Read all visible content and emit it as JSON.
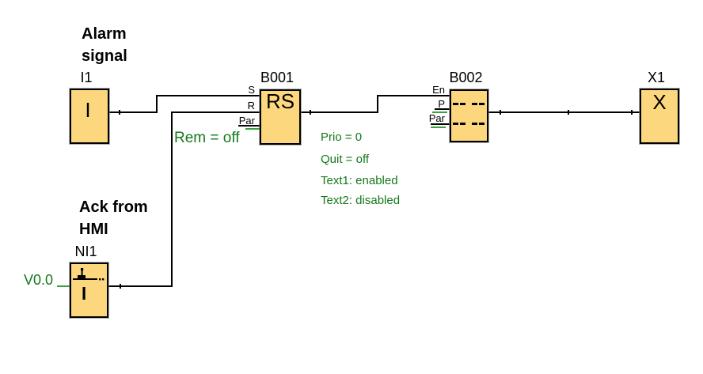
{
  "diagram": {
    "background": "#FFFFFF",
    "colors": {
      "block_fill": "#FCD77E",
      "block_border": "#000000",
      "wire": "#000000",
      "green_text": "#15781B",
      "green_stub": "#3BA23B"
    },
    "comments": {
      "alarm": {
        "line1": "Alarm",
        "line2": "signal"
      },
      "ack": {
        "line1": "Ack from",
        "line2": "HMI"
      }
    },
    "blocks": {
      "i1": {
        "label": "I1",
        "glyph": "I"
      },
      "b001": {
        "label": "B001",
        "glyph": "RS",
        "pin_s": "S",
        "pin_r": "R",
        "pin_par": "Par",
        "param": "Rem = off"
      },
      "b002": {
        "label": "B002",
        "pin_en": "En",
        "pin_p": "P",
        "pin_par": "Par",
        "text_rows": [
          "-- --",
          "-- --"
        ],
        "params": [
          "Prio = 0",
          "Quit = off",
          "Text1: enabled",
          "Text2: disabled"
        ]
      },
      "x1": {
        "label": "X1",
        "glyph": "X"
      },
      "ni1": {
        "label": "NI1",
        "glyph": "I",
        "address": "V0.0"
      }
    }
  }
}
